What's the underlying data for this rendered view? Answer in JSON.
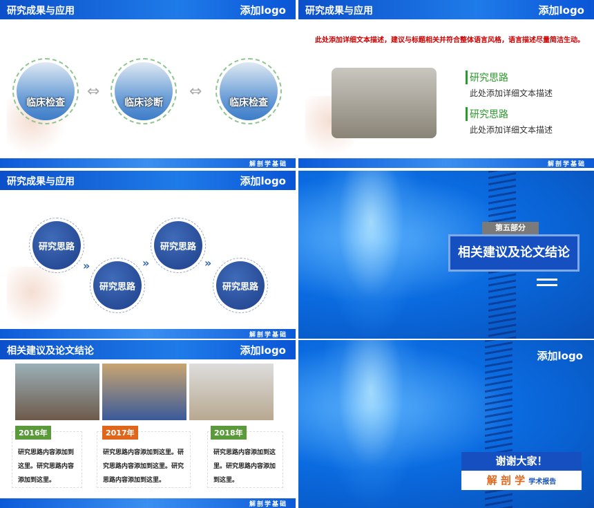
{
  "header_logo": "添加logo",
  "footer": "解剖学基础",
  "slide1": {
    "title": "研究成果与应用",
    "circles": [
      "临床检查",
      "临床诊断",
      "临床检查"
    ]
  },
  "slide2": {
    "title": "研究成果与应用",
    "description": "此处添加详细文本描述，建议与标题相关并符合整体语言风格，语言描述尽量简洁生动。",
    "items": [
      {
        "heading": "研究思路",
        "text": "此处添加详细文本描述"
      },
      {
        "heading": "研究思路",
        "text": "此处添加详细文本描述"
      }
    ]
  },
  "slide3": {
    "title": "研究成果与应用",
    "circles": [
      "研究思路",
      "研究思路",
      "研究思路",
      "研究思路"
    ]
  },
  "slide4": {
    "section": "第五部分",
    "title": "相关建议及论文结论"
  },
  "slide5": {
    "title": "相关建议及论文结论",
    "columns": [
      {
        "year": "2016年",
        "color": "#5a9a3a",
        "text": "研究思路内容添加到这里。研究思路内容添加到这里。"
      },
      {
        "year": "2017年",
        "color": "#e0661c",
        "text": "研究思路内容添加到这里。研究思路内容添加到这里。研究思路内容添加到这里。"
      },
      {
        "year": "2018年",
        "color": "#5a9a3a",
        "text": "研究思路内容添加到这里。研究思路内容添加到这里。"
      }
    ]
  },
  "slide6": {
    "logo": "添加logo",
    "thanks": "谢谢大家！",
    "subject": "解 剖 学",
    "subtitle": "学术报告"
  }
}
